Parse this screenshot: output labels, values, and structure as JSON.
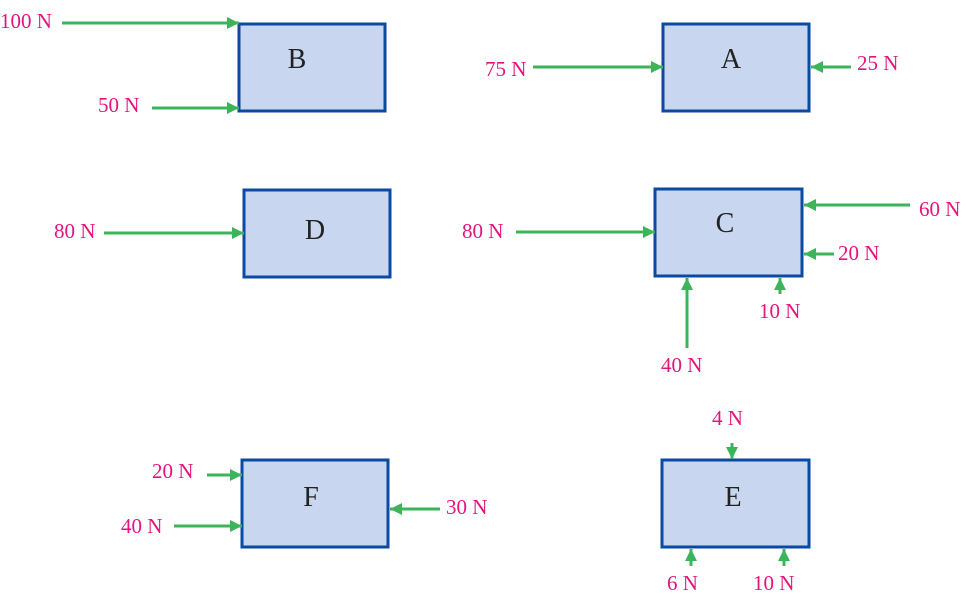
{
  "colors": {
    "box_fill": "#c8d6ef",
    "box_stroke": "#0b4aa2",
    "arrow": "#3cb55a",
    "label": "#e4137e"
  },
  "boxes": {
    "B": {
      "letter": "B",
      "forces": [
        "100 N",
        "50 N"
      ]
    },
    "A": {
      "letter": "A",
      "forces": [
        "75 N",
        "25 N"
      ]
    },
    "D": {
      "letter": "D",
      "forces": [
        "80 N"
      ]
    },
    "C": {
      "letter": "C",
      "forces": [
        "80 N",
        "60 N",
        "20 N",
        "10 N",
        "40 N"
      ]
    },
    "F": {
      "letter": "F",
      "forces": [
        "20 N",
        "40 N",
        "30 N"
      ]
    },
    "E": {
      "letter": "E",
      "forces": [
        "4 N",
        "6 N",
        "10 N"
      ]
    }
  }
}
